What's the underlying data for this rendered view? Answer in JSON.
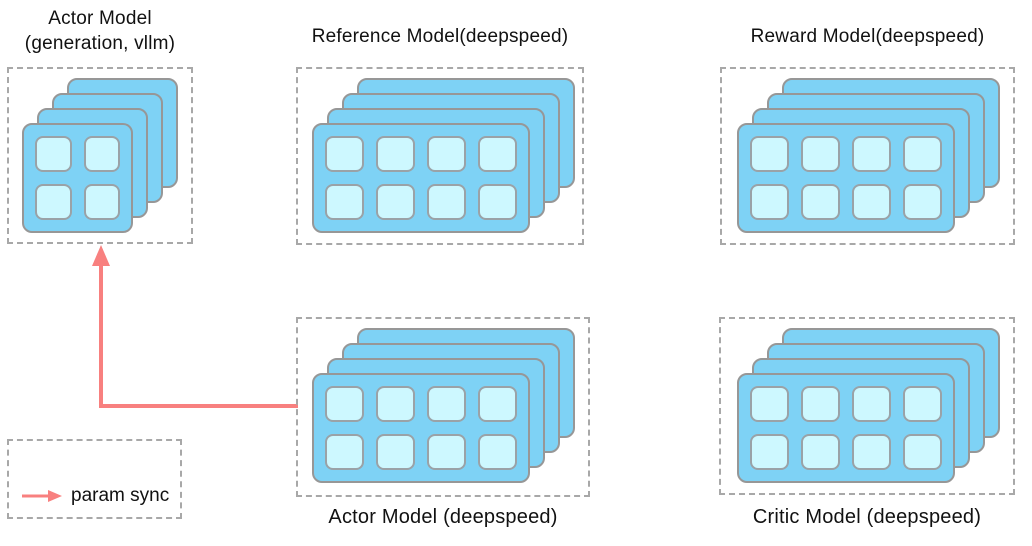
{
  "colors": {
    "card_fill": "#7ed2f5",
    "card_border": "#979797",
    "cell_fill": "#cdf8ff",
    "cell_border": "#9aa2a7",
    "box_border": "#a8a8a8",
    "arrow": "#f8807f",
    "text": "#111111"
  },
  "models": {
    "actor_vllm": {
      "label_line1": "Actor Model",
      "label_line2": "(generation, vllm)",
      "stack": {
        "cards": 4,
        "rows": 2,
        "cols": 2
      }
    },
    "reference": {
      "label": "Reference Model(deepspeed)",
      "stack": {
        "cards": 4,
        "rows": 2,
        "cols": 4
      }
    },
    "reward": {
      "label": "Reward Model(deepspeed)",
      "stack": {
        "cards": 4,
        "rows": 2,
        "cols": 4
      }
    },
    "actor_deepspeed": {
      "label": "Actor Model (deepspeed)",
      "stack": {
        "cards": 4,
        "rows": 2,
        "cols": 4
      }
    },
    "critic": {
      "label": "Critic Model (deepspeed)",
      "stack": {
        "cards": 4,
        "rows": 2,
        "cols": 4
      }
    }
  },
  "legend": {
    "label": "param sync",
    "arrow_icon": "right-arrow"
  }
}
